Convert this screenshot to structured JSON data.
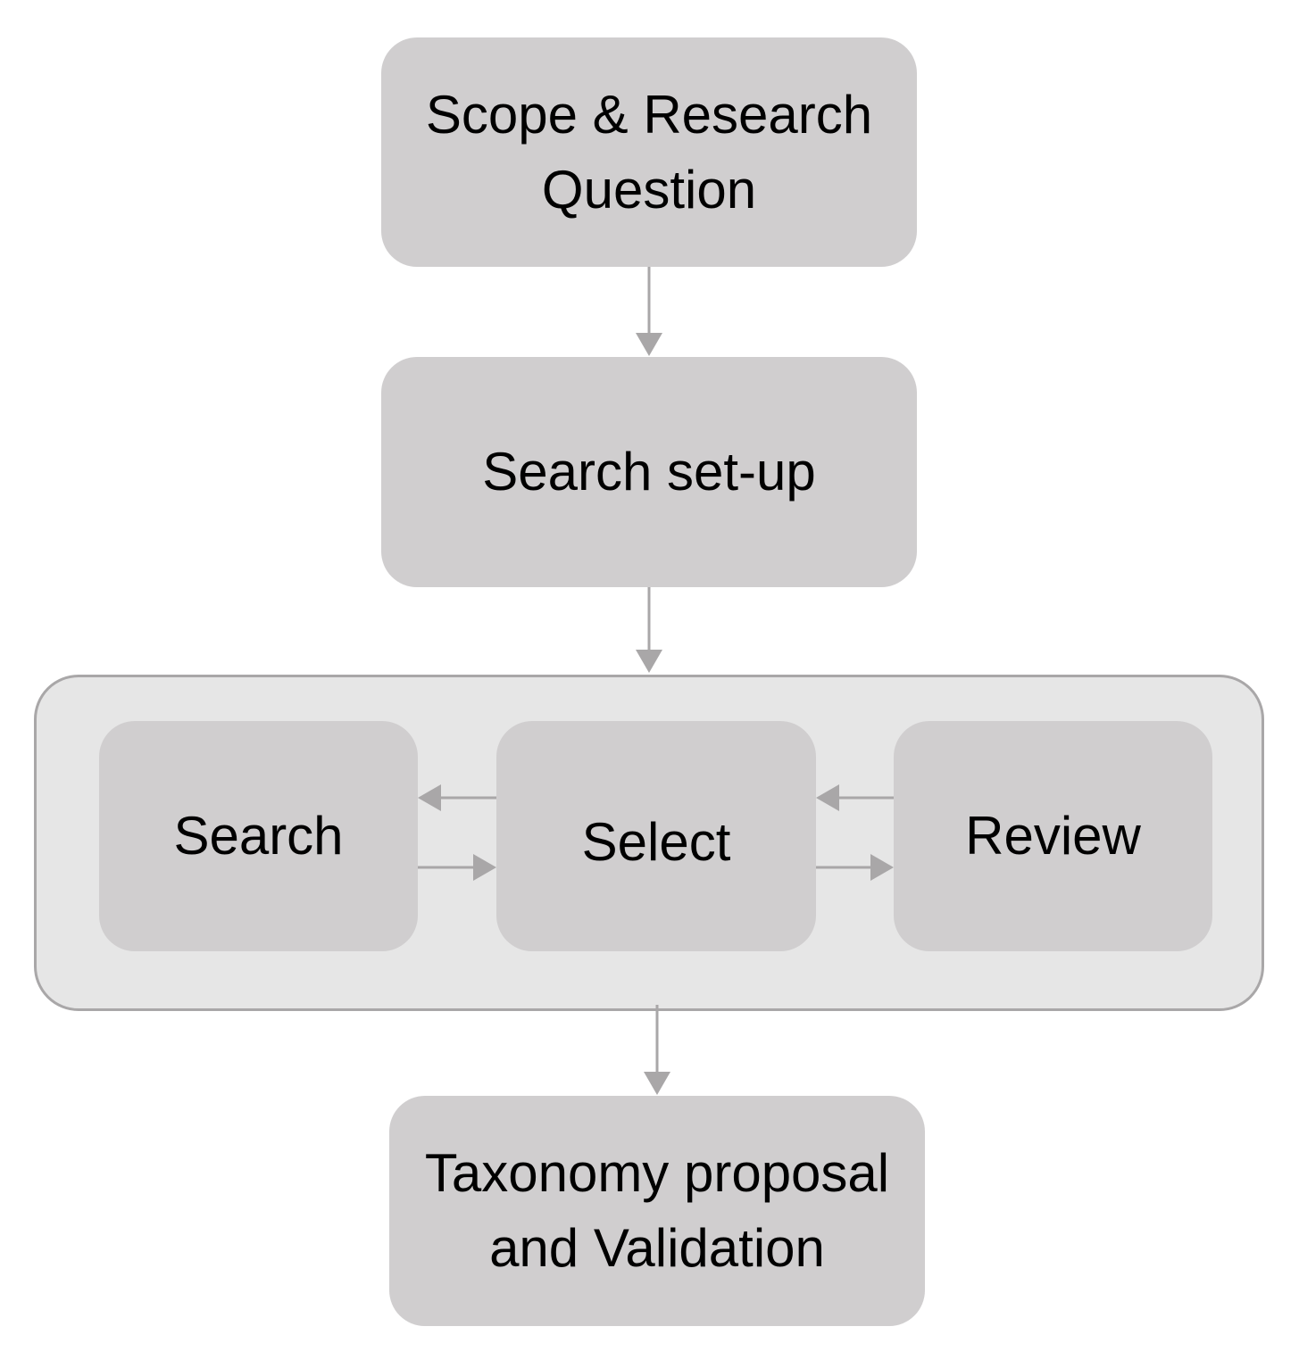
{
  "diagram": {
    "nodes": {
      "scope": {
        "line1": "Scope & Research",
        "line2": "Question"
      },
      "setup": {
        "label": "Search set-up"
      },
      "search": {
        "label": "Search"
      },
      "select": {
        "label": "Select"
      },
      "review": {
        "label": "Review"
      },
      "taxonomy": {
        "line1": "Taxonomy proposal",
        "line2": "and Validation"
      }
    },
    "colors": {
      "node_fill": "#d0cecf",
      "group_fill": "#e6e6e6",
      "group_border": "#a9a7a8",
      "arrow": "#a9a7a8",
      "text": "#000000"
    }
  }
}
